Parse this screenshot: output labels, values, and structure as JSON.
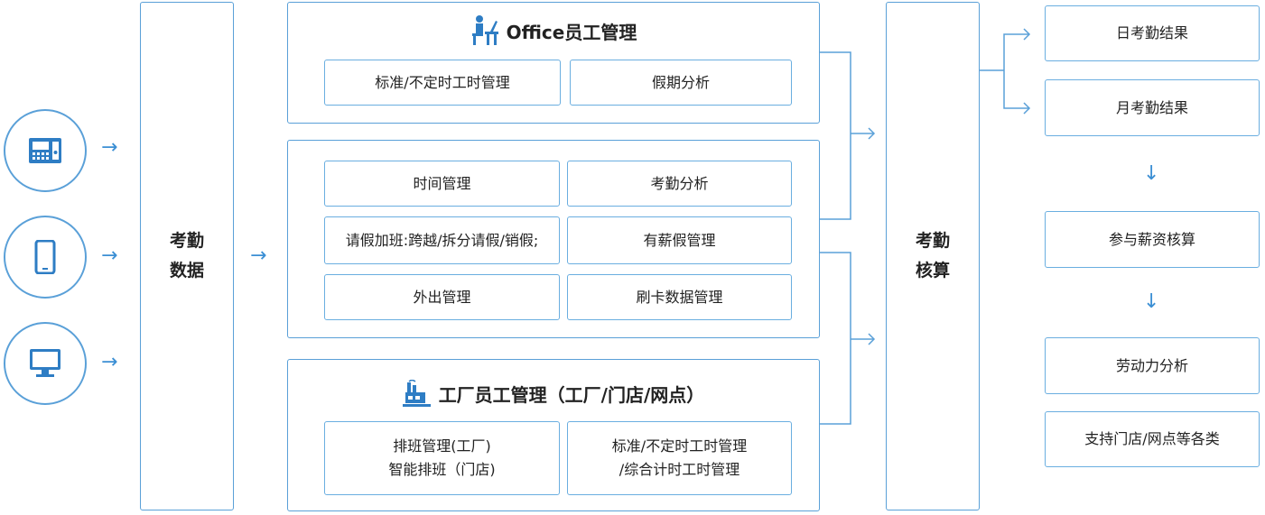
{
  "devices": [
    {
      "icon": "attendance-machine-icon"
    },
    {
      "icon": "mobile-phone-icon"
    },
    {
      "icon": "desktop-computer-icon"
    }
  ],
  "arrow_right": "→",
  "arrow_down": "↓",
  "data_box": {
    "label": "考勤\n数据"
  },
  "office": {
    "icon": "office-worker-icon",
    "title": "Office员工管理",
    "items": [
      "标准/不定时工时管理",
      "假期分析"
    ]
  },
  "middle": {
    "items": [
      "时间管理",
      "考勤分析",
      "请假加班:跨越/拆分请假/销假;",
      "有薪假管理",
      "外出管理",
      "刷卡数据管理"
    ]
  },
  "factory": {
    "icon": "factory-icon",
    "title": "工厂员工管理（工厂/门店/网点）",
    "items": [
      "排班管理(工厂)\n智能排班（门店)",
      "标准/不定时工时管理\n/综合计时工时管理"
    ]
  },
  "calc_box": {
    "label": "考勤\n核算"
  },
  "results": [
    "日考勤结果",
    "月考勤结果",
    "参与薪资核算",
    "劳动力分析",
    "支持门店/网点等各类"
  ],
  "colors": {
    "accent": "#3b8fd4",
    "border": "#5aa0d8"
  }
}
